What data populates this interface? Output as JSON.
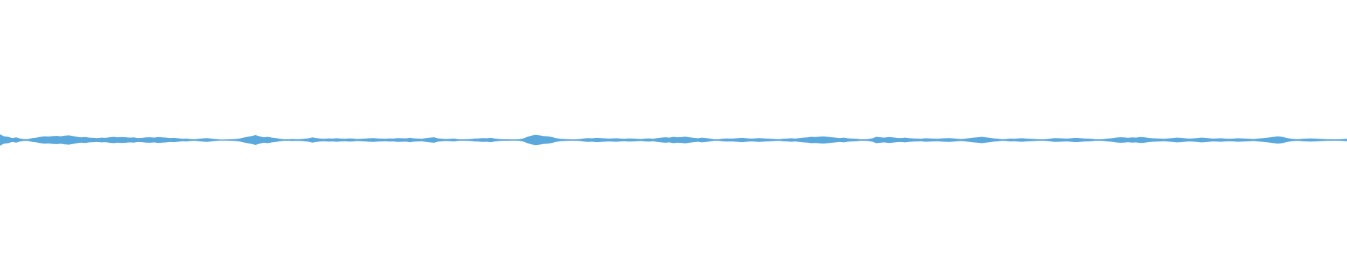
{
  "waveform": {
    "color": "#5aa8dc",
    "background": "#ffffff",
    "amplitudes": [
      0.55,
      0.35,
      0.3,
      0.18,
      0.25,
      0.12,
      0.06,
      0.08,
      0.18,
      0.22,
      0.3,
      0.35,
      0.33,
      0.38,
      0.4,
      0.35,
      0.42,
      0.45,
      0.38,
      0.3,
      0.25,
      0.28,
      0.22,
      0.2,
      0.18,
      0.22,
      0.2,
      0.26,
      0.3,
      0.25,
      0.28,
      0.26,
      0.22,
      0.24,
      0.18,
      0.2,
      0.24,
      0.26,
      0.22,
      0.28,
      0.25,
      0.22,
      0.18,
      0.2,
      0.15,
      0.1,
      0.12,
      0.08,
      0.06,
      0.1,
      0.14,
      0.18,
      0.12,
      0.08,
      0.04,
      0.03,
      0.04,
      0.06,
      0.08,
      0.12,
      0.22,
      0.3,
      0.38,
      0.48,
      0.35,
      0.25,
      0.3,
      0.22,
      0.18,
      0.1,
      0.06,
      0.05,
      0.08,
      0.06,
      0.07,
      0.1,
      0.15,
      0.25,
      0.18,
      0.12,
      0.1,
      0.14,
      0.12,
      0.16,
      0.12,
      0.1,
      0.14,
      0.12,
      0.08,
      0.1,
      0.12,
      0.16,
      0.18,
      0.14,
      0.12,
      0.1,
      0.14,
      0.12,
      0.18,
      0.16,
      0.14,
      0.2,
      0.15,
      0.12,
      0.1,
      0.18,
      0.22,
      0.26,
      0.14,
      0.1,
      0.08,
      0.1,
      0.12,
      0.06,
      0.04,
      0.06,
      0.08,
      0.12,
      0.14,
      0.18,
      0.16,
      0.2,
      0.12,
      0.08,
      0.06,
      0.05,
      0.04,
      0.04,
      0.06,
      0.14,
      0.3,
      0.42,
      0.5,
      0.45,
      0.38,
      0.35,
      0.28,
      0.18,
      0.1,
      0.08,
      0.06,
      0.04,
      0.05,
      0.08,
      0.14,
      0.18,
      0.15,
      0.2,
      0.18,
      0.15,
      0.12,
      0.14,
      0.16,
      0.12,
      0.1,
      0.14,
      0.12,
      0.1,
      0.08,
      0.12,
      0.14,
      0.1,
      0.18,
      0.22,
      0.26,
      0.22,
      0.3,
      0.25,
      0.28,
      0.32,
      0.25,
      0.2,
      0.16,
      0.22,
      0.18,
      0.12,
      0.06,
      0.05,
      0.1,
      0.14,
      0.12,
      0.14,
      0.18,
      0.2,
      0.16,
      0.12,
      0.14,
      0.18,
      0.15,
      0.12,
      0.1,
      0.08,
      0.06,
      0.1,
      0.12,
      0.16,
      0.12,
      0.18,
      0.22,
      0.25,
      0.3,
      0.28,
      0.32,
      0.34,
      0.3,
      0.26,
      0.22,
      0.18,
      0.22,
      0.15,
      0.12,
      0.1,
      0.06,
      0.05,
      0.08,
      0.15,
      0.3,
      0.26,
      0.22,
      0.28,
      0.25,
      0.2,
      0.18,
      0.22,
      0.18,
      0.14,
      0.12,
      0.1,
      0.16,
      0.14,
      0.12,
      0.1,
      0.14,
      0.16,
      0.18,
      0.14,
      0.1,
      0.08,
      0.12,
      0.18,
      0.22,
      0.26,
      0.3,
      0.25,
      0.2,
      0.14,
      0.1,
      0.06,
      0.08,
      0.12,
      0.1,
      0.14,
      0.16,
      0.12,
      0.1,
      0.08,
      0.06,
      0.05,
      0.08,
      0.12,
      0.18,
      0.16,
      0.14,
      0.12,
      0.16,
      0.2,
      0.18,
      0.14,
      0.12,
      0.1,
      0.06,
      0.05,
      0.08,
      0.12,
      0.16,
      0.22,
      0.26,
      0.24,
      0.2,
      0.24,
      0.22,
      0.28,
      0.26,
      0.2,
      0.16,
      0.14,
      0.12,
      0.1,
      0.14,
      0.18,
      0.22,
      0.2,
      0.16,
      0.12,
      0.14,
      0.18,
      0.22,
      0.2,
      0.16,
      0.12,
      0.14,
      0.16,
      0.12,
      0.1,
      0.12,
      0.16,
      0.14,
      0.12,
      0.1,
      0.08,
      0.12,
      0.16,
      0.2,
      0.24,
      0.3,
      0.36,
      0.3,
      0.2,
      0.12,
      0.08,
      0.06,
      0.1,
      0.12,
      0.14,
      0.12,
      0.1,
      0.08,
      0.06,
      0.05,
      0.04,
      0.05,
      0.08,
      0.1
    ]
  }
}
